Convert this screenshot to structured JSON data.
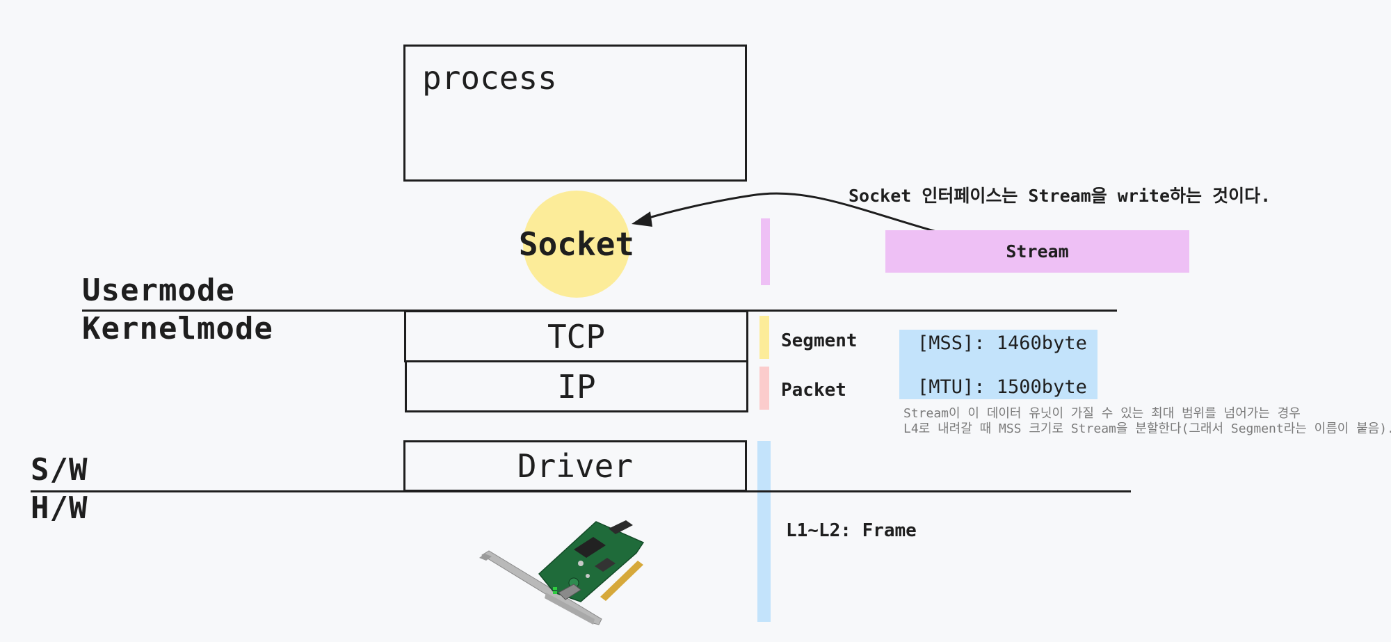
{
  "process": {
    "label": "process"
  },
  "socket": {
    "label": "Socket",
    "color": "#fcec99"
  },
  "annotation": {
    "text": "Socket 인터페이스는 Stream을 write하는 것이다."
  },
  "stream": {
    "label": "Stream",
    "color": "#eec0f5"
  },
  "modes": {
    "usermode": "Usermode",
    "kernelmode": "Kernelmode",
    "sw": "S/W",
    "hw": "H/W"
  },
  "layers": {
    "tcp": "TCP",
    "ip": "IP",
    "driver": "Driver"
  },
  "units": {
    "segment": "Segment",
    "packet": "Packet",
    "frame": "L1~L2: Frame"
  },
  "sizes": {
    "mss": "[MSS]: 1460byte",
    "mtu": "[MTU]: 1500byte",
    "color": "#c3e3fb"
  },
  "note": {
    "line1": "Stream이 이 데이터 유닛이 가질 수 있는 최대 범위를 넘어가는 경우",
    "line2": "L4로 내려갈 때 MSS 크기로 Stream을 분할한다(그래서 Segment라는 이름이 붙음)."
  },
  "colors": {
    "stream_bar": "#eec0f5",
    "segment_bar": "#fcec99",
    "packet_bar": "#fbcccc",
    "frame_bar": "#c3e3fb",
    "line": "#1e1e1e",
    "background": "#f7f8fa"
  },
  "icons": {
    "nic": "network-interface-card-icon",
    "arrow": "curved-arrow-icon"
  }
}
